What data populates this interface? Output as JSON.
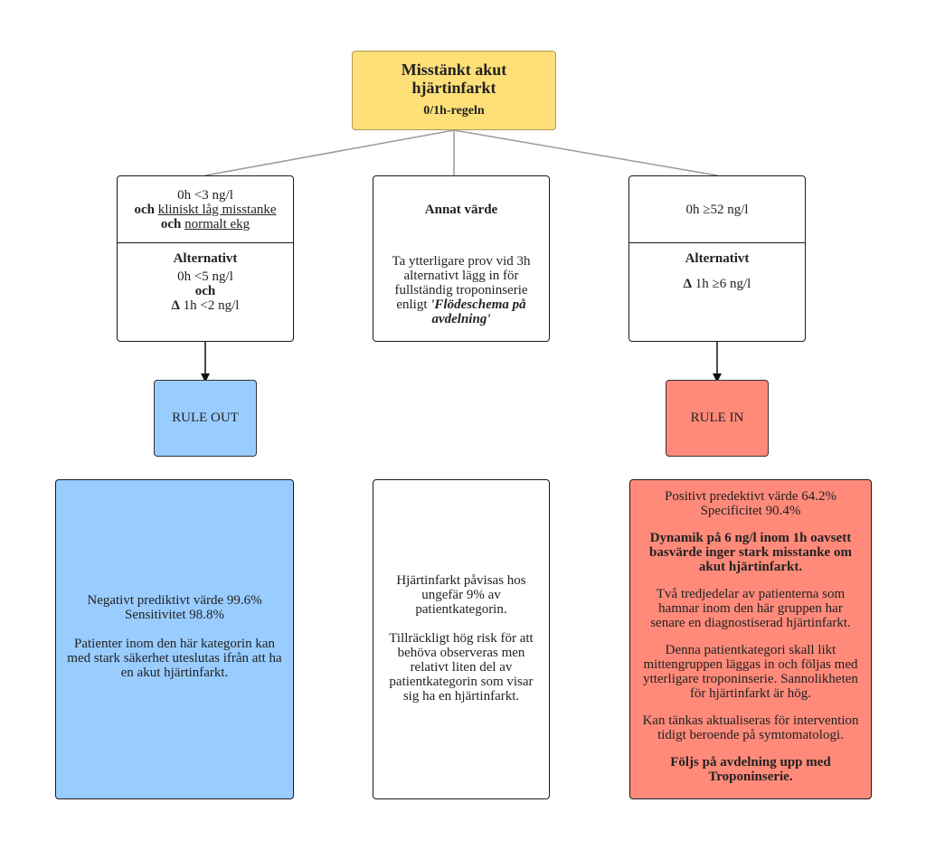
{
  "top": {
    "title_line1": "Misstänkt akut",
    "title_line2": "hjärtinfarkt",
    "subtitle": "0/1h-regeln"
  },
  "left_criteria": {
    "line1": "0h <3 ng/l",
    "line2_bold": "och",
    "line2_text": "kliniskt låg misstanke",
    "line3_bold": "och",
    "line3_text": "normalt ekg",
    "alt_heading": "Alternativt",
    "alt_line1": "0h <5 ng/l",
    "alt_line2": "och",
    "alt_line3_delta": "Δ",
    "alt_line3_text": "1h <2 ng/l"
  },
  "mid_criteria": {
    "heading": "Annat värde",
    "body_line1": "Ta ytterligare prov vid 3h",
    "body_line2": "alternativt lägg in för",
    "body_line3": "fullständig troponinserie",
    "body_line4_prefix": "enligt",
    "body_line4_emph": "'Flödeschema på",
    "body_line5_emph": "avdelning'"
  },
  "right_criteria": {
    "line1_prefix": "0h",
    "line1_sym": "≥",
    "line1_text": "52 ng/l",
    "alt_heading": "Alternativt",
    "alt_delta": "Δ",
    "alt_text_prefix": "1h",
    "alt_sym": "≥",
    "alt_text": "6 ng/l"
  },
  "rule_out": {
    "label": "RULE OUT"
  },
  "rule_in": {
    "label": "RULE IN"
  },
  "left_info": {
    "line1": "Negativt prediktivt värde 99.6%",
    "line2": "Sensitivitet 98.8%",
    "line3": "Patienter inom den här kategorin kan",
    "line4": "med stark säkerhet uteslutas ifrån att ha",
    "line5": "en akut hjärtinfarkt."
  },
  "mid_info": {
    "line1": "Hjärtinfarkt påvisas hos",
    "line2": "ungefär 9% av",
    "line3": "patientkategorin.",
    "line4": "Tillräckligt hög risk för att",
    "line5": "behöva observeras men",
    "line6": "relativt liten del av",
    "line7": "patientkategorin som visar",
    "line8": "sig ha en hjärtinfarkt."
  },
  "right_info": {
    "line1": "Positivt predektivt värde 64.2%",
    "line2": "Specificitet 90.4%",
    "bold1": "Dynamik på 6 ng/l inom 1h oavsett",
    "bold2": "basvärde inger stark misstanke om",
    "bold3": "akut hjärtinfarkt.",
    "p2_1": "Två tredjedelar av patienterna som",
    "p2_2": "hamnar inom den här gruppen har",
    "p2_3": "senare en diagnostiserad hjärtinfarkt.",
    "p3_1": "Denna patientkategori skall likt",
    "p3_2": "mittengruppen läggas in och följas med",
    "p3_3": "ytterligare troponinserie. Sannolikheten",
    "p3_4": "för hjärtinfarkt är hög.",
    "p4_1": "Kan tänkas aktualiseras för intervention",
    "p4_2": "tidigt beroende på symtomatologi.",
    "bold4": "Följs på avdelning upp med",
    "bold5": "Troponinserie."
  },
  "colors": {
    "top_fill": "#ffdf78",
    "rule_out_fill": "#99ccff",
    "rule_in_fill": "#ff8a7a",
    "connector": "#999999",
    "arrow": "#111111"
  }
}
